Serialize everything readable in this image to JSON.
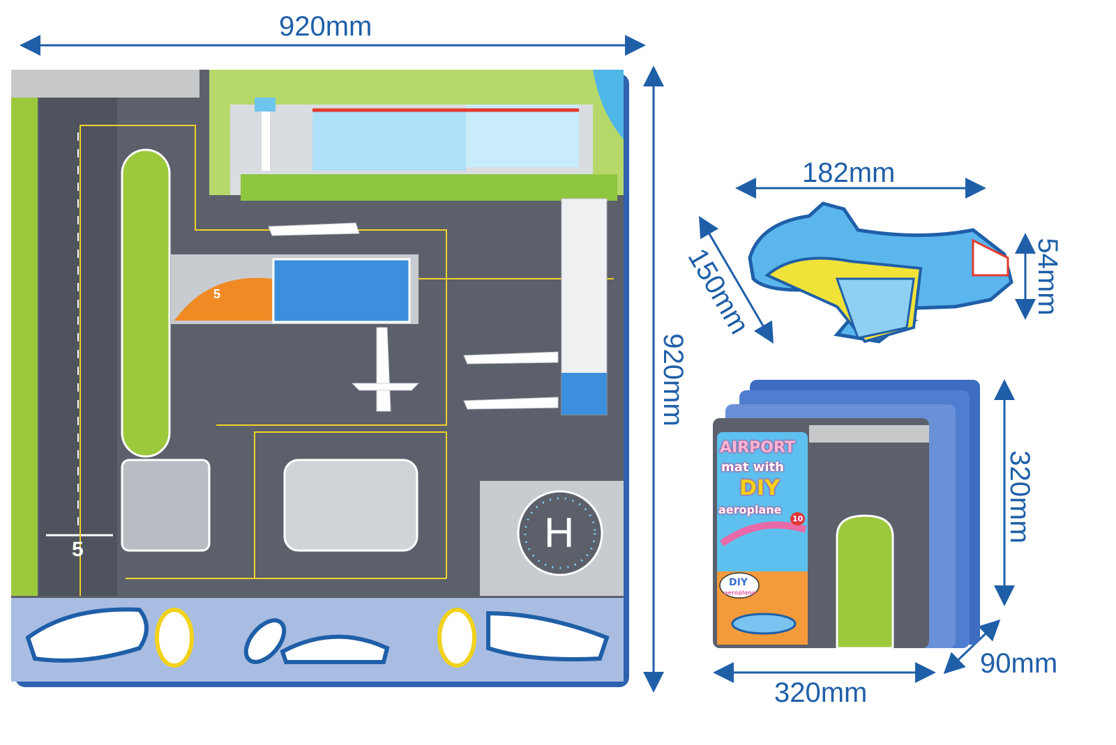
{
  "dimensions": {
    "mat_width": "920mm",
    "mat_height": "920mm",
    "plane_length": "182mm",
    "plane_depth": "150mm",
    "plane_height": "54mm",
    "package_height": "320mm",
    "package_width": "320mm",
    "package_depth": "90mm"
  },
  "mat": {
    "runway_number": "5",
    "hangar_number": "5",
    "helipad_letter": "H"
  },
  "package": {
    "title_line1": "AIRPORT",
    "title_line2": "mat with",
    "title_line3": "DIY",
    "title_line4": "aeroplane",
    "badge": "10",
    "bubble_line1": "DIY",
    "bubble_line2": "aeroplane"
  },
  "colors": {
    "dimension": "#1f5fa8",
    "road": "#5b606b",
    "grass": "#9cc93c",
    "bottom_strip": "#a9bde3"
  }
}
